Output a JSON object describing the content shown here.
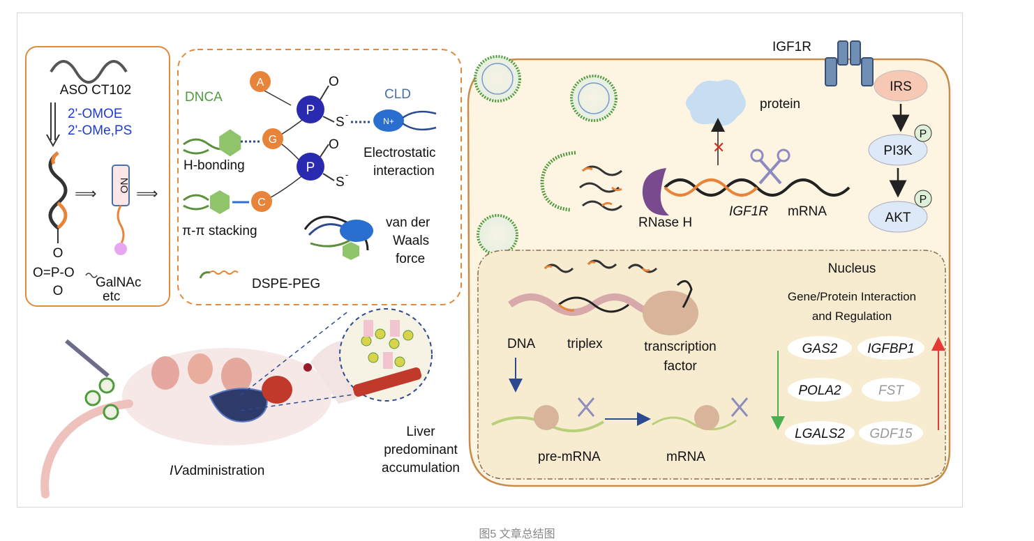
{
  "aso_panel": {
    "title": "ASO CT102",
    "mod1": "2'-OMOE",
    "mod2": "2'-OMe,PS",
    "no_label": "NO",
    "chem_o_top": "O",
    "chem_line": "O=P-O",
    "chem_o_bottom": "O",
    "galnac": "GalNAc",
    "etc": "etc"
  },
  "dnca_panel": {
    "dnca": "DNCA",
    "cld": "CLD",
    "nucleotides": [
      "A",
      "G",
      "C"
    ],
    "p_label": "P",
    "o_label": "O",
    "s_label": "S",
    "n_label": "N+",
    "h_bonding": "H-bonding",
    "electrostatic_1": "Electrostatic",
    "electrostatic_2": "interaction",
    "pi_stacking": "π-π stacking",
    "vdw_1": "van der",
    "vdw_2": "Waals",
    "vdw_3": "force",
    "dspe": "DSPE-PEG"
  },
  "mouse_panel": {
    "iv_italic": "IV",
    "iv_rest": " administration",
    "liver_1": "Liver",
    "liver_2": "predominant",
    "liver_3": "accumulation"
  },
  "cell_panel": {
    "igf1r": "IGF1R",
    "irs": "IRS",
    "pi3k": "PI3K",
    "akt": "AKT",
    "p_badge": "P",
    "protein": "protein",
    "rnase": "RNase H",
    "igf1r_mrna_italic": "IGF1R",
    "mrna": "mRNA"
  },
  "nucleus_panel": {
    "title": "Nucleus",
    "sub1": "Gene/Protein Interaction",
    "sub2": "and Regulation",
    "dna": "DNA",
    "triplex": "triplex",
    "tf1": "transcription",
    "tf2": "factor",
    "pre_mrna": "pre-mRNA",
    "mrna": "mRNA",
    "genes_down": [
      "GAS2",
      "POLA2",
      "LGALS2"
    ],
    "genes_up": [
      "IGFBP1",
      "FST",
      "GDF15"
    ]
  },
  "caption": "图5 文章总结图"
}
